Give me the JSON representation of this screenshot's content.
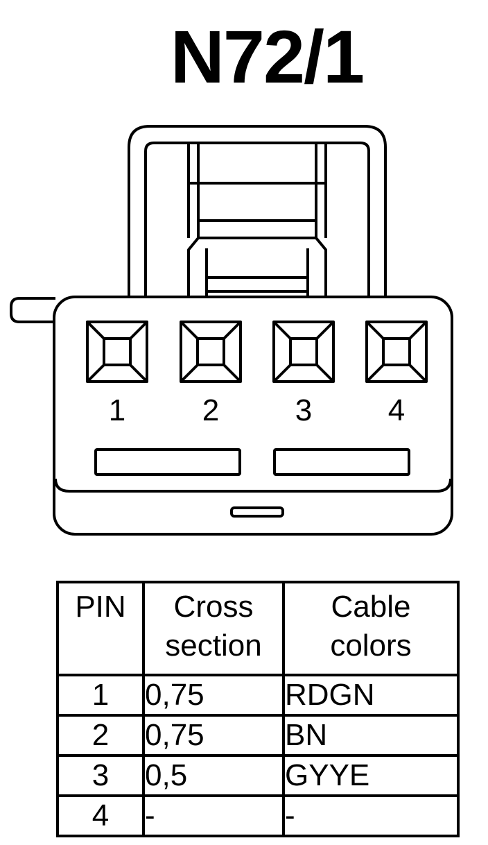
{
  "title": "N72/1",
  "connector": {
    "pins": [
      "1",
      "2",
      "3",
      "4"
    ]
  },
  "table": {
    "headers": {
      "pin": [
        "PIN"
      ],
      "cross_section": [
        "Cross",
        "section"
      ],
      "cable_colors": [
        "Cable",
        "colors"
      ]
    },
    "rows": [
      {
        "pin": "1",
        "cross_section": "0,75",
        "cable_color": "RDGN"
      },
      {
        "pin": "2",
        "cross_section": "0,75",
        "cable_color": "BN"
      },
      {
        "pin": "3",
        "cross_section": "0,5",
        "cable_color": "GYYE"
      },
      {
        "pin": "4",
        "cross_section": "-",
        "cable_color": "-"
      }
    ]
  }
}
